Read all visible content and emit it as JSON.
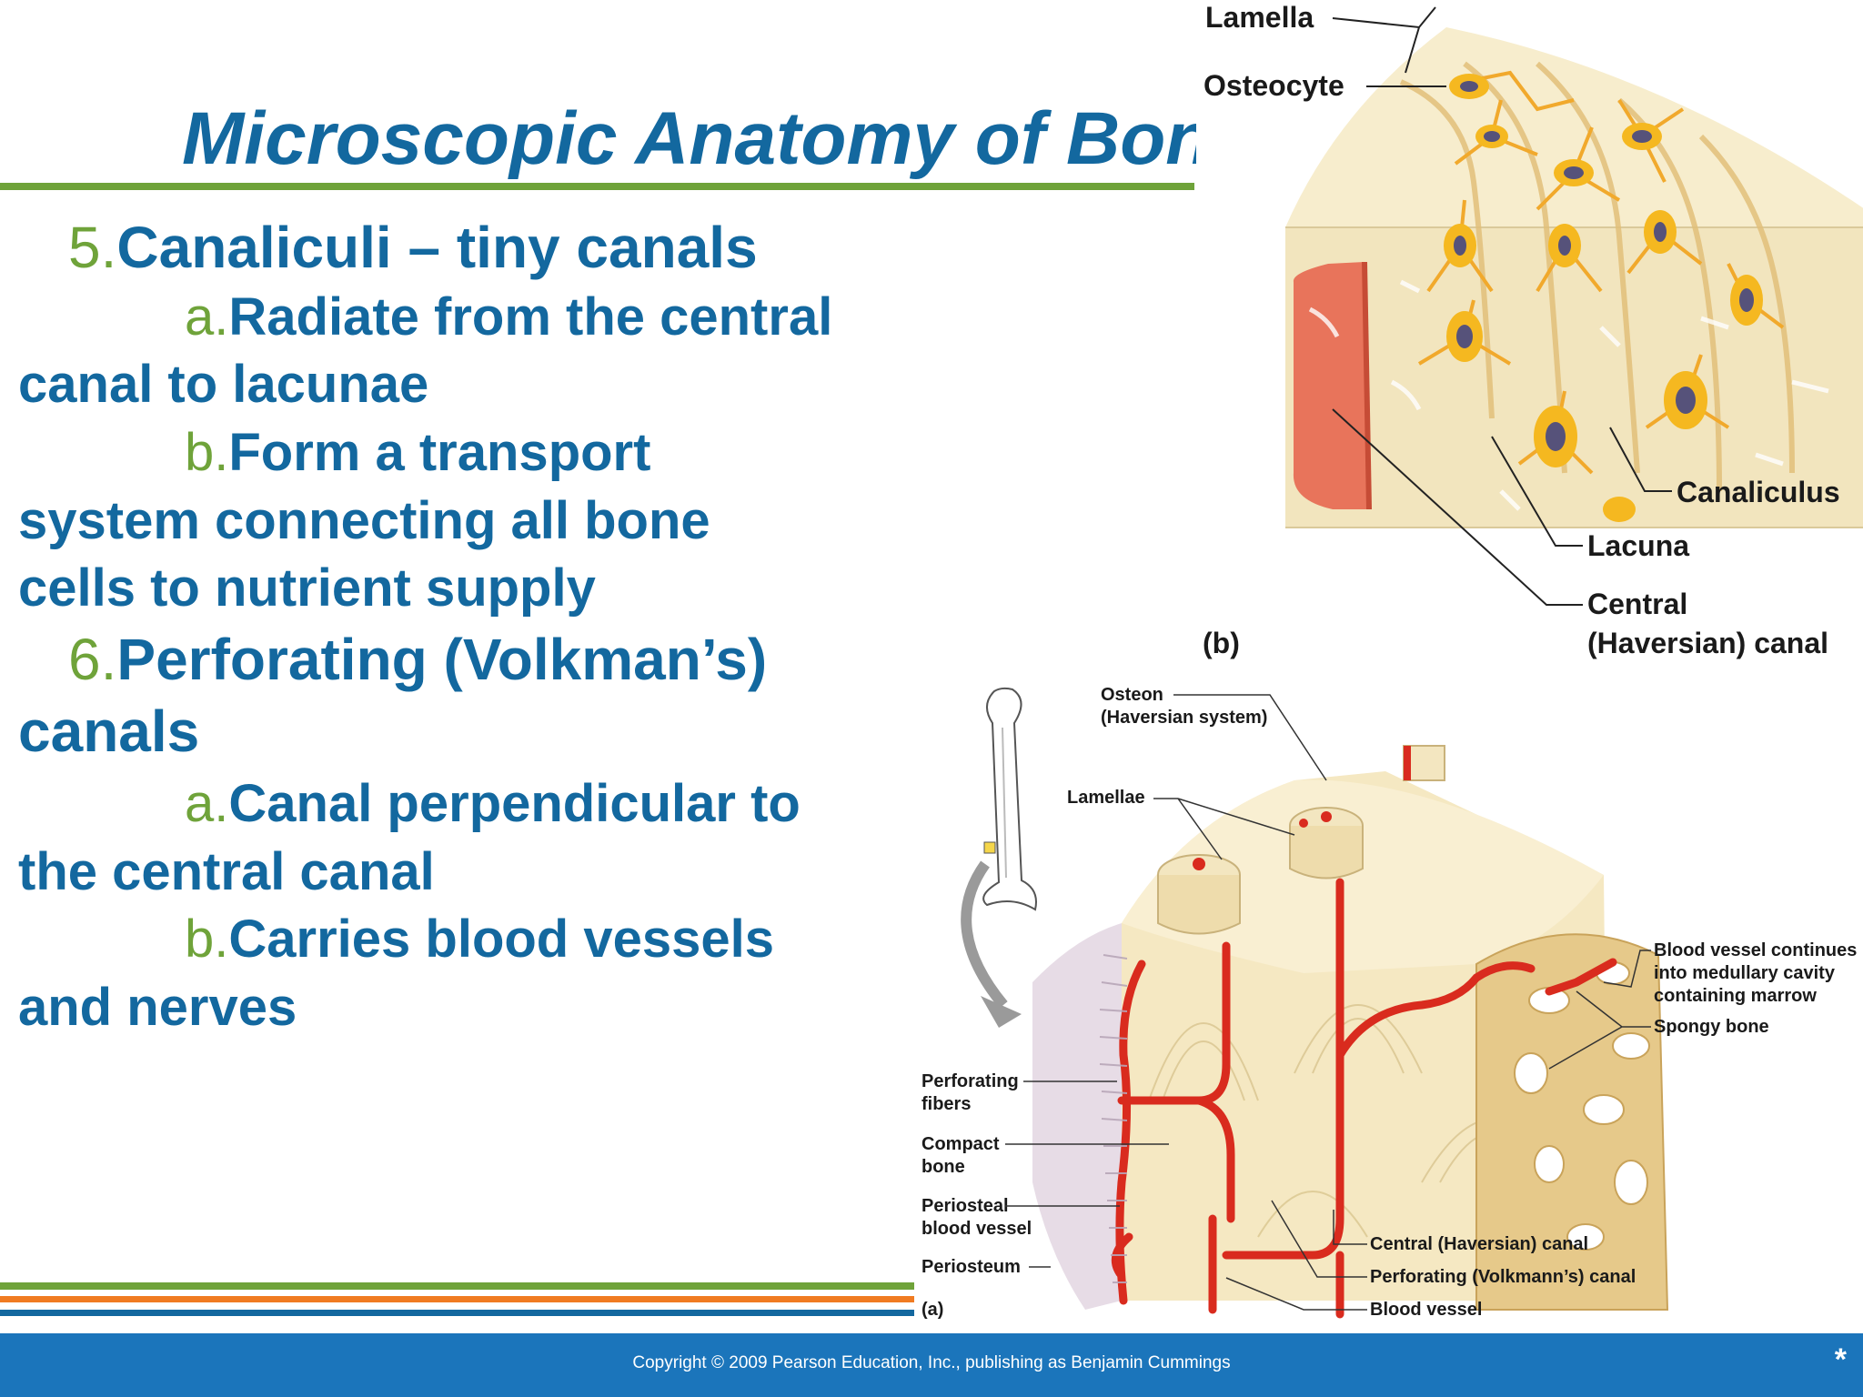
{
  "slide": {
    "title": "Microscopic Anatomy of Bone",
    "bullets": [
      {
        "num": "5.",
        "text": "Canaliculi – tiny canals"
      },
      {
        "num": "a.",
        "text": "Radiate from the central"
      },
      {
        "text": "canal to lacunae"
      },
      {
        "num": "b.",
        "text": "Form a transport"
      },
      {
        "text": "system connecting all bone"
      },
      {
        "text": "cells to nutrient supply"
      },
      {
        "num": "6.",
        "text": "Perforating (Volkman’s)"
      },
      {
        "text": "canals"
      },
      {
        "num": "a.",
        "text": "Canal perpendicular to"
      },
      {
        "text": "the central canal"
      },
      {
        "num": "b.",
        "text": "Carries blood vessels"
      },
      {
        "text": "and nerves"
      }
    ],
    "footer": {
      "copyright": "Copyright © 2009 Pearson Education, Inc., publishing as Benjamin Cummings",
      "star": "*"
    }
  },
  "figure_b": {
    "panel": "(b)",
    "labels": {
      "lamella": "Lamella",
      "osteocyte": "Osteocyte",
      "canaliculus": "Canaliculus",
      "lacuna": "Lacuna",
      "central_1": "Central",
      "central_2": "(Haversian) canal"
    }
  },
  "figure_a": {
    "panel": "(a)",
    "labels": {
      "osteon_1": "Osteon",
      "osteon_2": "(Haversian system)",
      "lamellae": "Lamellae",
      "perf_fibers_1": "Perforating",
      "perf_fibers_2": "fibers",
      "compact_1": "Compact",
      "compact_2": "bone",
      "periosteal_1": "Periosteal",
      "periosteal_2": "blood vessel",
      "periosteum": "Periosteum",
      "vessel_cont_1": "Blood vessel continues",
      "vessel_cont_2": "into medullary cavity",
      "vessel_cont_3": "containing marrow",
      "spongy": "Spongy bone",
      "central_canal": "Central (Haversian) canal",
      "perf_canal": "Perforating (Volkmann’s) canal",
      "blood_vessel": "Blood vessel"
    }
  },
  "colors": {
    "title": "#13689f",
    "accent_green": "#6fa33a",
    "accent_orange": "#f07b22",
    "footer_blue": "#1b75bb",
    "vessel_red": "#d92b1e",
    "bone_cream": "#f6ecc8",
    "osteocyte_yellow": "#f5b820"
  }
}
